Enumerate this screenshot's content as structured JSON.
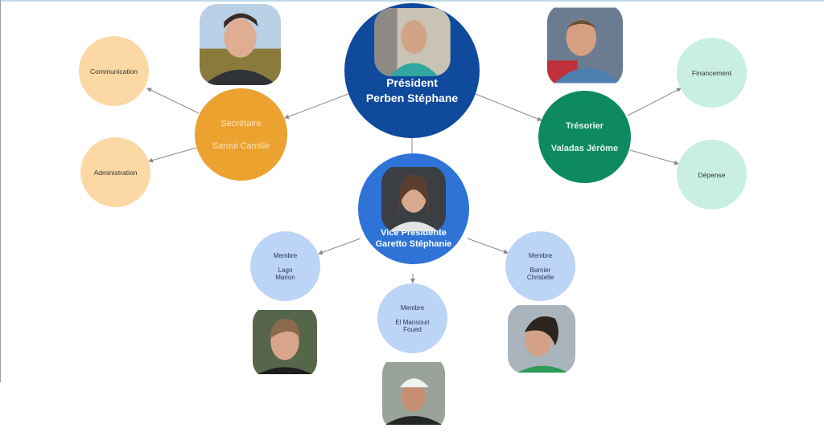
{
  "president": {
    "role": "Président",
    "name": "Perben Stéphane",
    "color": "#0f4a9c"
  },
  "secretary": {
    "role": "Secrétaire",
    "name": "Saroui Camille",
    "color": "#eba22f",
    "tasks": [
      "Communication",
      "Administration"
    ]
  },
  "treasurer": {
    "role": "Trésorier",
    "name": "Valadas Jérôme",
    "color": "#0e8a62",
    "tasks": [
      "Financement",
      "Dépense"
    ]
  },
  "vice_president": {
    "role": "Vice Présidente",
    "name": "Garetto Stéphanie",
    "color": "#2e73d6"
  },
  "members": [
    {
      "role": "Membre",
      "name_line1": "Lago",
      "name_line2": "Marion"
    },
    {
      "role": "Membre",
      "name_line1": "El Mansouri",
      "name_line2": "Foued"
    },
    {
      "role": "Membre",
      "name_line1": "Barnier",
      "name_line2": "Christelle"
    }
  ]
}
